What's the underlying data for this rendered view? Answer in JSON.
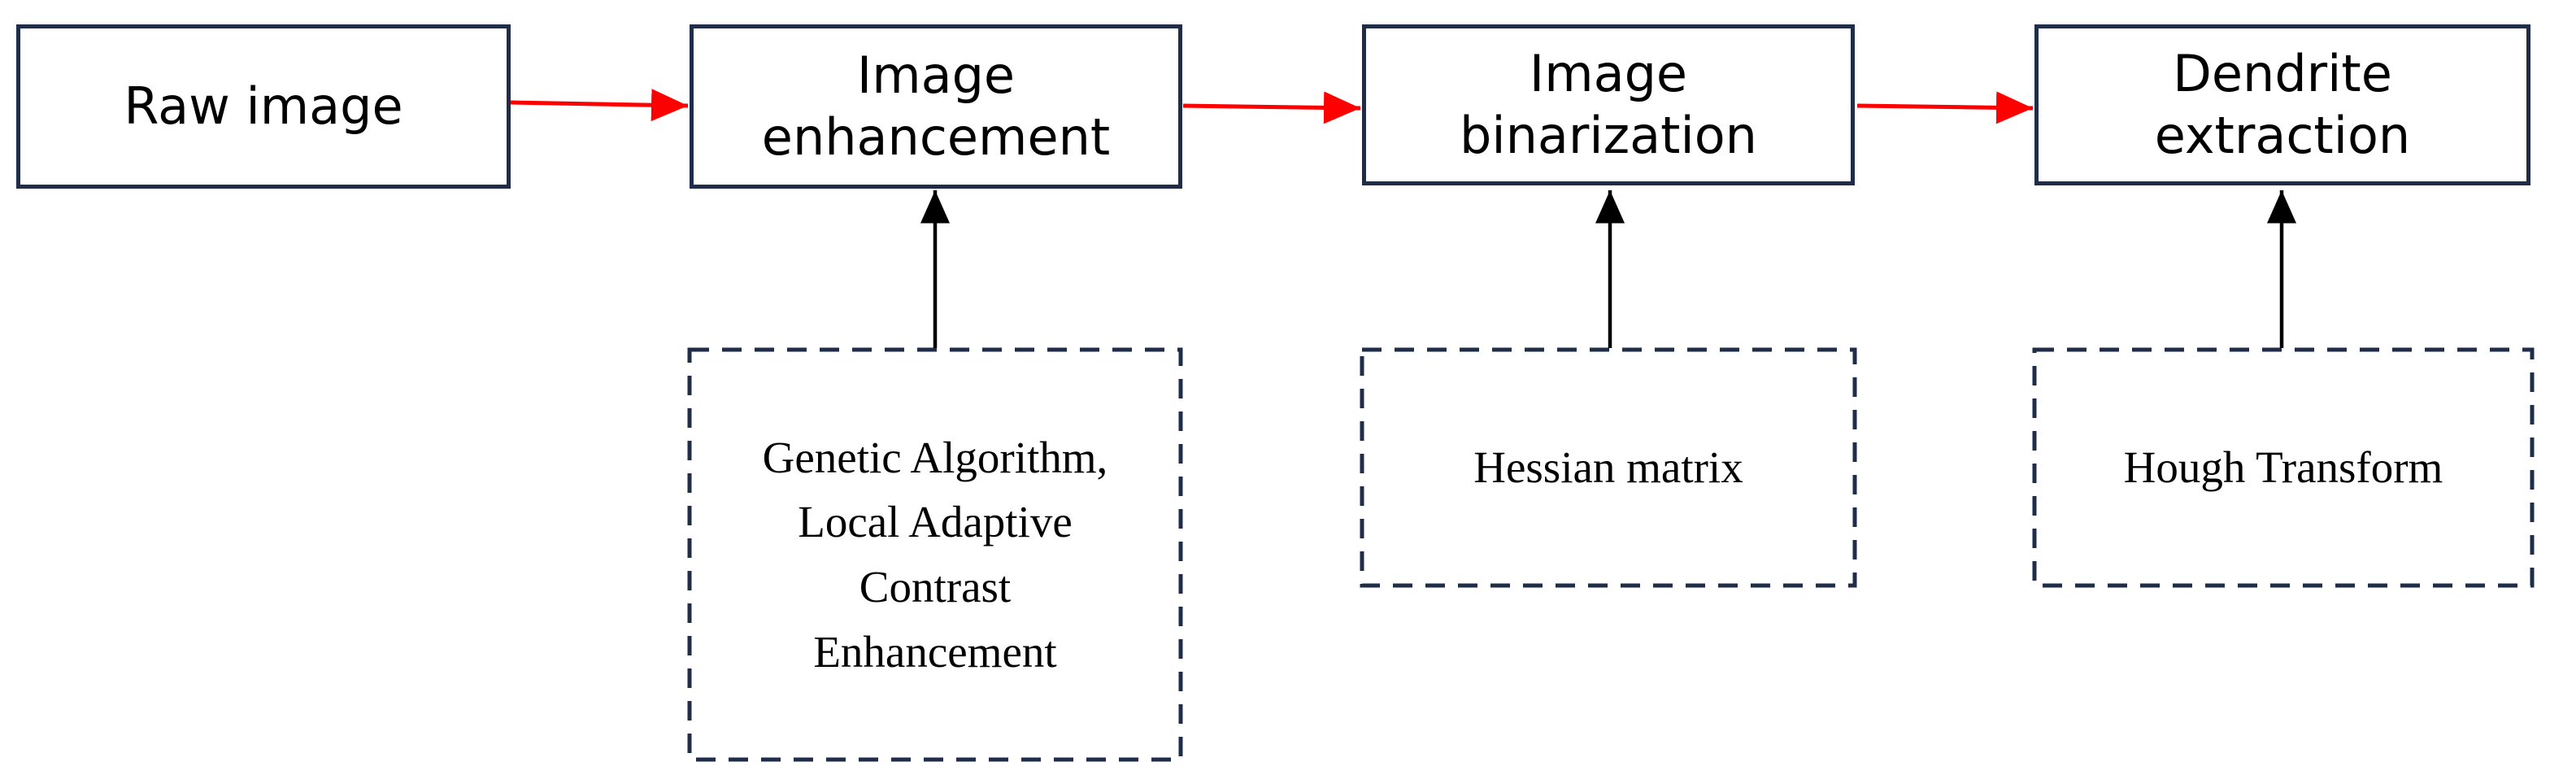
{
  "diagram": {
    "colors": {
      "box_border": "#1f2d4a",
      "flow_arrow": "#ff0000",
      "input_arrow": "#000000"
    },
    "stages": [
      {
        "id": "raw-image",
        "label": "Raw image"
      },
      {
        "id": "image-enhancement",
        "label": "Image enhancement"
      },
      {
        "id": "image-binarization",
        "label": "Image binarization"
      },
      {
        "id": "dendrite-extraction",
        "label": "Dendrite extraction"
      }
    ],
    "methods": [
      {
        "id": "enhancement-method",
        "label": "Genetic Algorithm,\nLocal Adaptive\nContrast\nEnhancement"
      },
      {
        "id": "binarization-method",
        "label": "Hessian matrix"
      },
      {
        "id": "extraction-method",
        "label": "Hough Transform"
      }
    ]
  }
}
